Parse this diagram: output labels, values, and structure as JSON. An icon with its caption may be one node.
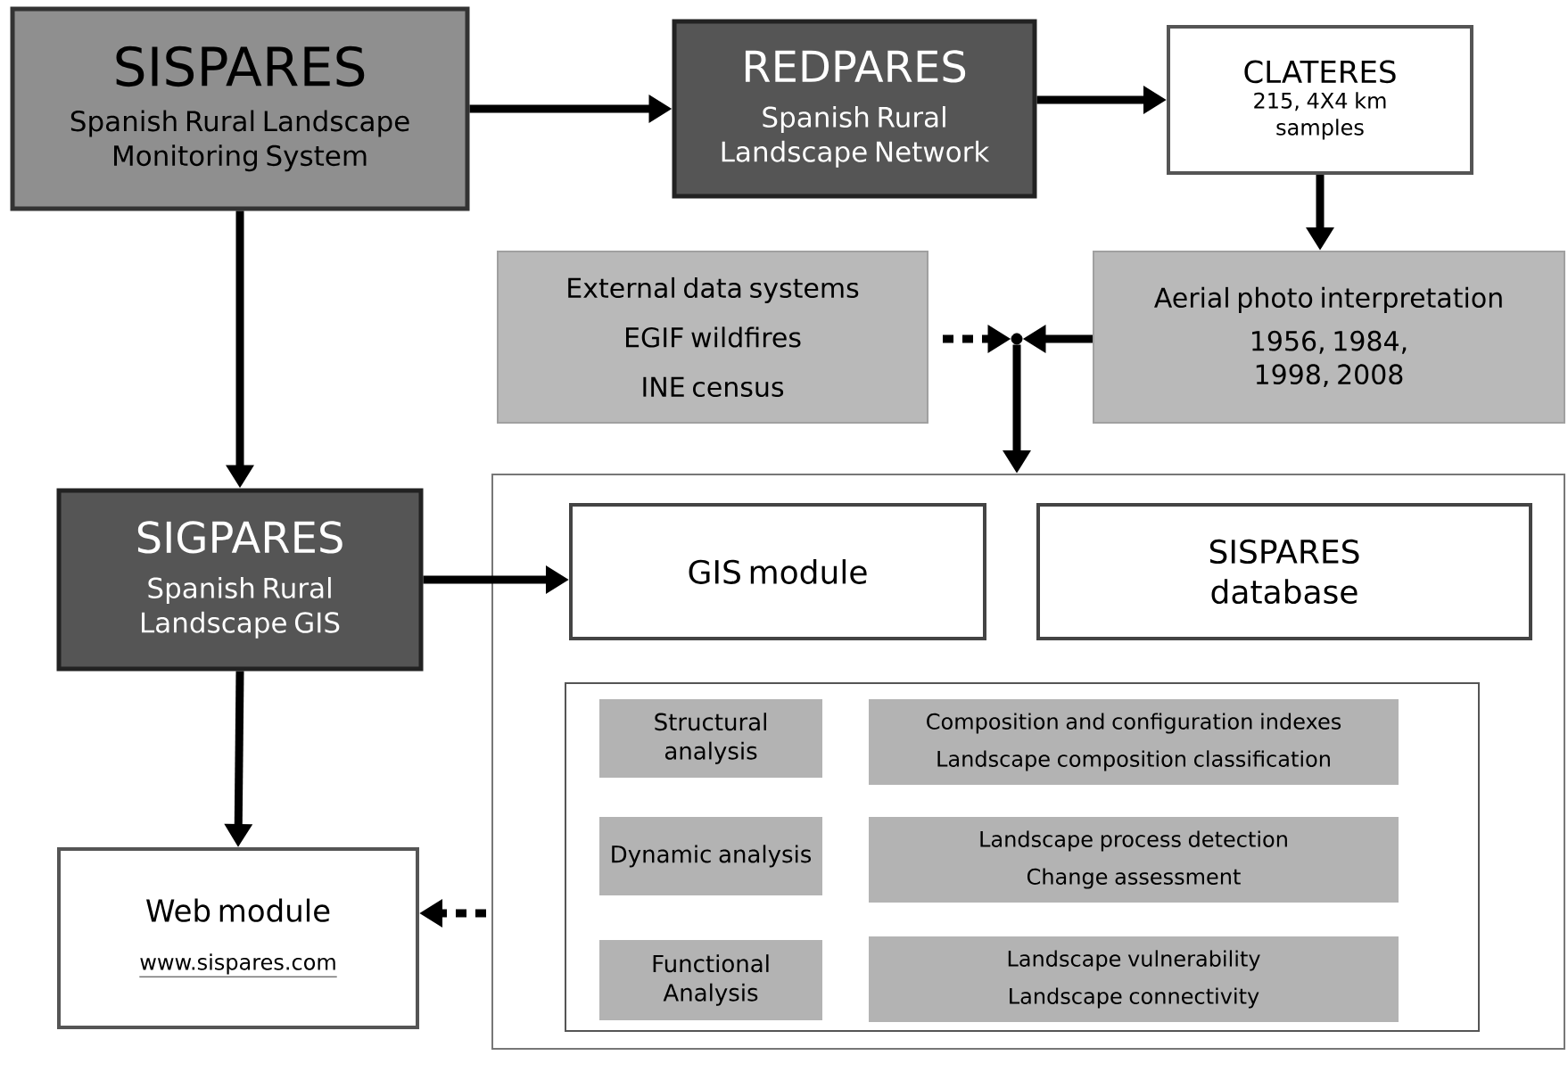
{
  "diagram": {
    "nodes": [
      {
        "text": [
          "SISPARES",
          "Spanish Rural Landscape Monitoring System"
        ]
      },
      {
        "text": [
          "REDPARES",
          "Spanish Rural Landscape Network"
        ]
      },
      {
        "text": [
          "CLATERES",
          "215, 4X4 km samples"
        ]
      },
      {
        "text": [
          "External data systems",
          "EGIF wildfires",
          "INE census"
        ]
      },
      {
        "text": [
          "Aerial photo interpretation",
          "1956, 1984, 1998, 2008"
        ]
      },
      {
        "text": [],
        "shape": "point"
      },
      {
        "text": [
          "SIGPARES",
          "Spanish Rural Landscape GIS"
        ]
      },
      {
        "text": [],
        "shape": "box"
      },
      {
        "text": [
          "GIS module"
        ],
        "in": 7
      },
      {
        "text": [
          "SISPARES database"
        ],
        "in": 7
      },
      {
        "text": [],
        "shape": "box",
        "in": 7
      },
      {
        "text": [
          "Structural analysis"
        ],
        "in": 10
      },
      {
        "text": [
          "Composition and configuration indexes",
          "Landscape composition classification"
        ],
        "in": 10
      },
      {
        "text": [
          "Dynamic analysis"
        ],
        "in": 10
      },
      {
        "text": [
          "Landscape process detection",
          "Change assessment"
        ],
        "in": 10
      },
      {
        "text": [
          "Functional Analysis"
        ],
        "in": 10
      },
      {
        "text": [
          "Landscape vulnerability",
          "Landscape connectivity"
        ],
        "in": 10
      },
      {
        "text": [
          "Web module",
          "www.sispares.com"
        ]
      }
    ],
    "edges": [
      {
        "from": 0,
        "to": 1,
        "arrow": "to"
      },
      {
        "from": 1,
        "to": 2,
        "arrow": "to"
      },
      {
        "from": 2,
        "to": 4,
        "arrow": "to"
      },
      {
        "from": 4,
        "to": 5,
        "arrow": "to"
      },
      {
        "from": 3,
        "to": 5,
        "arrow": "to",
        "style": "dashed"
      },
      {
        "from": 5,
        "to": 7,
        "arrow": "to"
      },
      {
        "from": 0,
        "to": 6,
        "arrow": "to"
      },
      {
        "from": 6,
        "to": 8,
        "arrow": "to"
      },
      {
        "from": 6,
        "to": 17,
        "arrow": "to"
      },
      {
        "from": 7,
        "to": 17,
        "arrow": "to",
        "style": "dashed"
      }
    ]
  }
}
